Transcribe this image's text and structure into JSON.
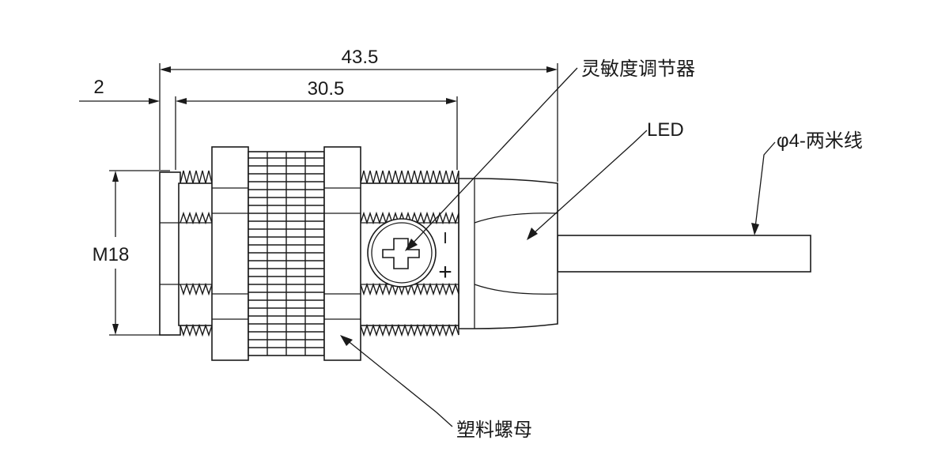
{
  "dimensions": {
    "overall_length": "43.5",
    "thread_length": "30.5",
    "front_offset": "2",
    "thread_size": "M18"
  },
  "callouts": {
    "sensitivity_adjuster": "灵敏度调节器",
    "led": "LED",
    "cable": "φ4-两米线",
    "plastic_nut": "塑料螺母"
  },
  "adjuster_marks": {
    "minus": "I",
    "plus": "+"
  }
}
